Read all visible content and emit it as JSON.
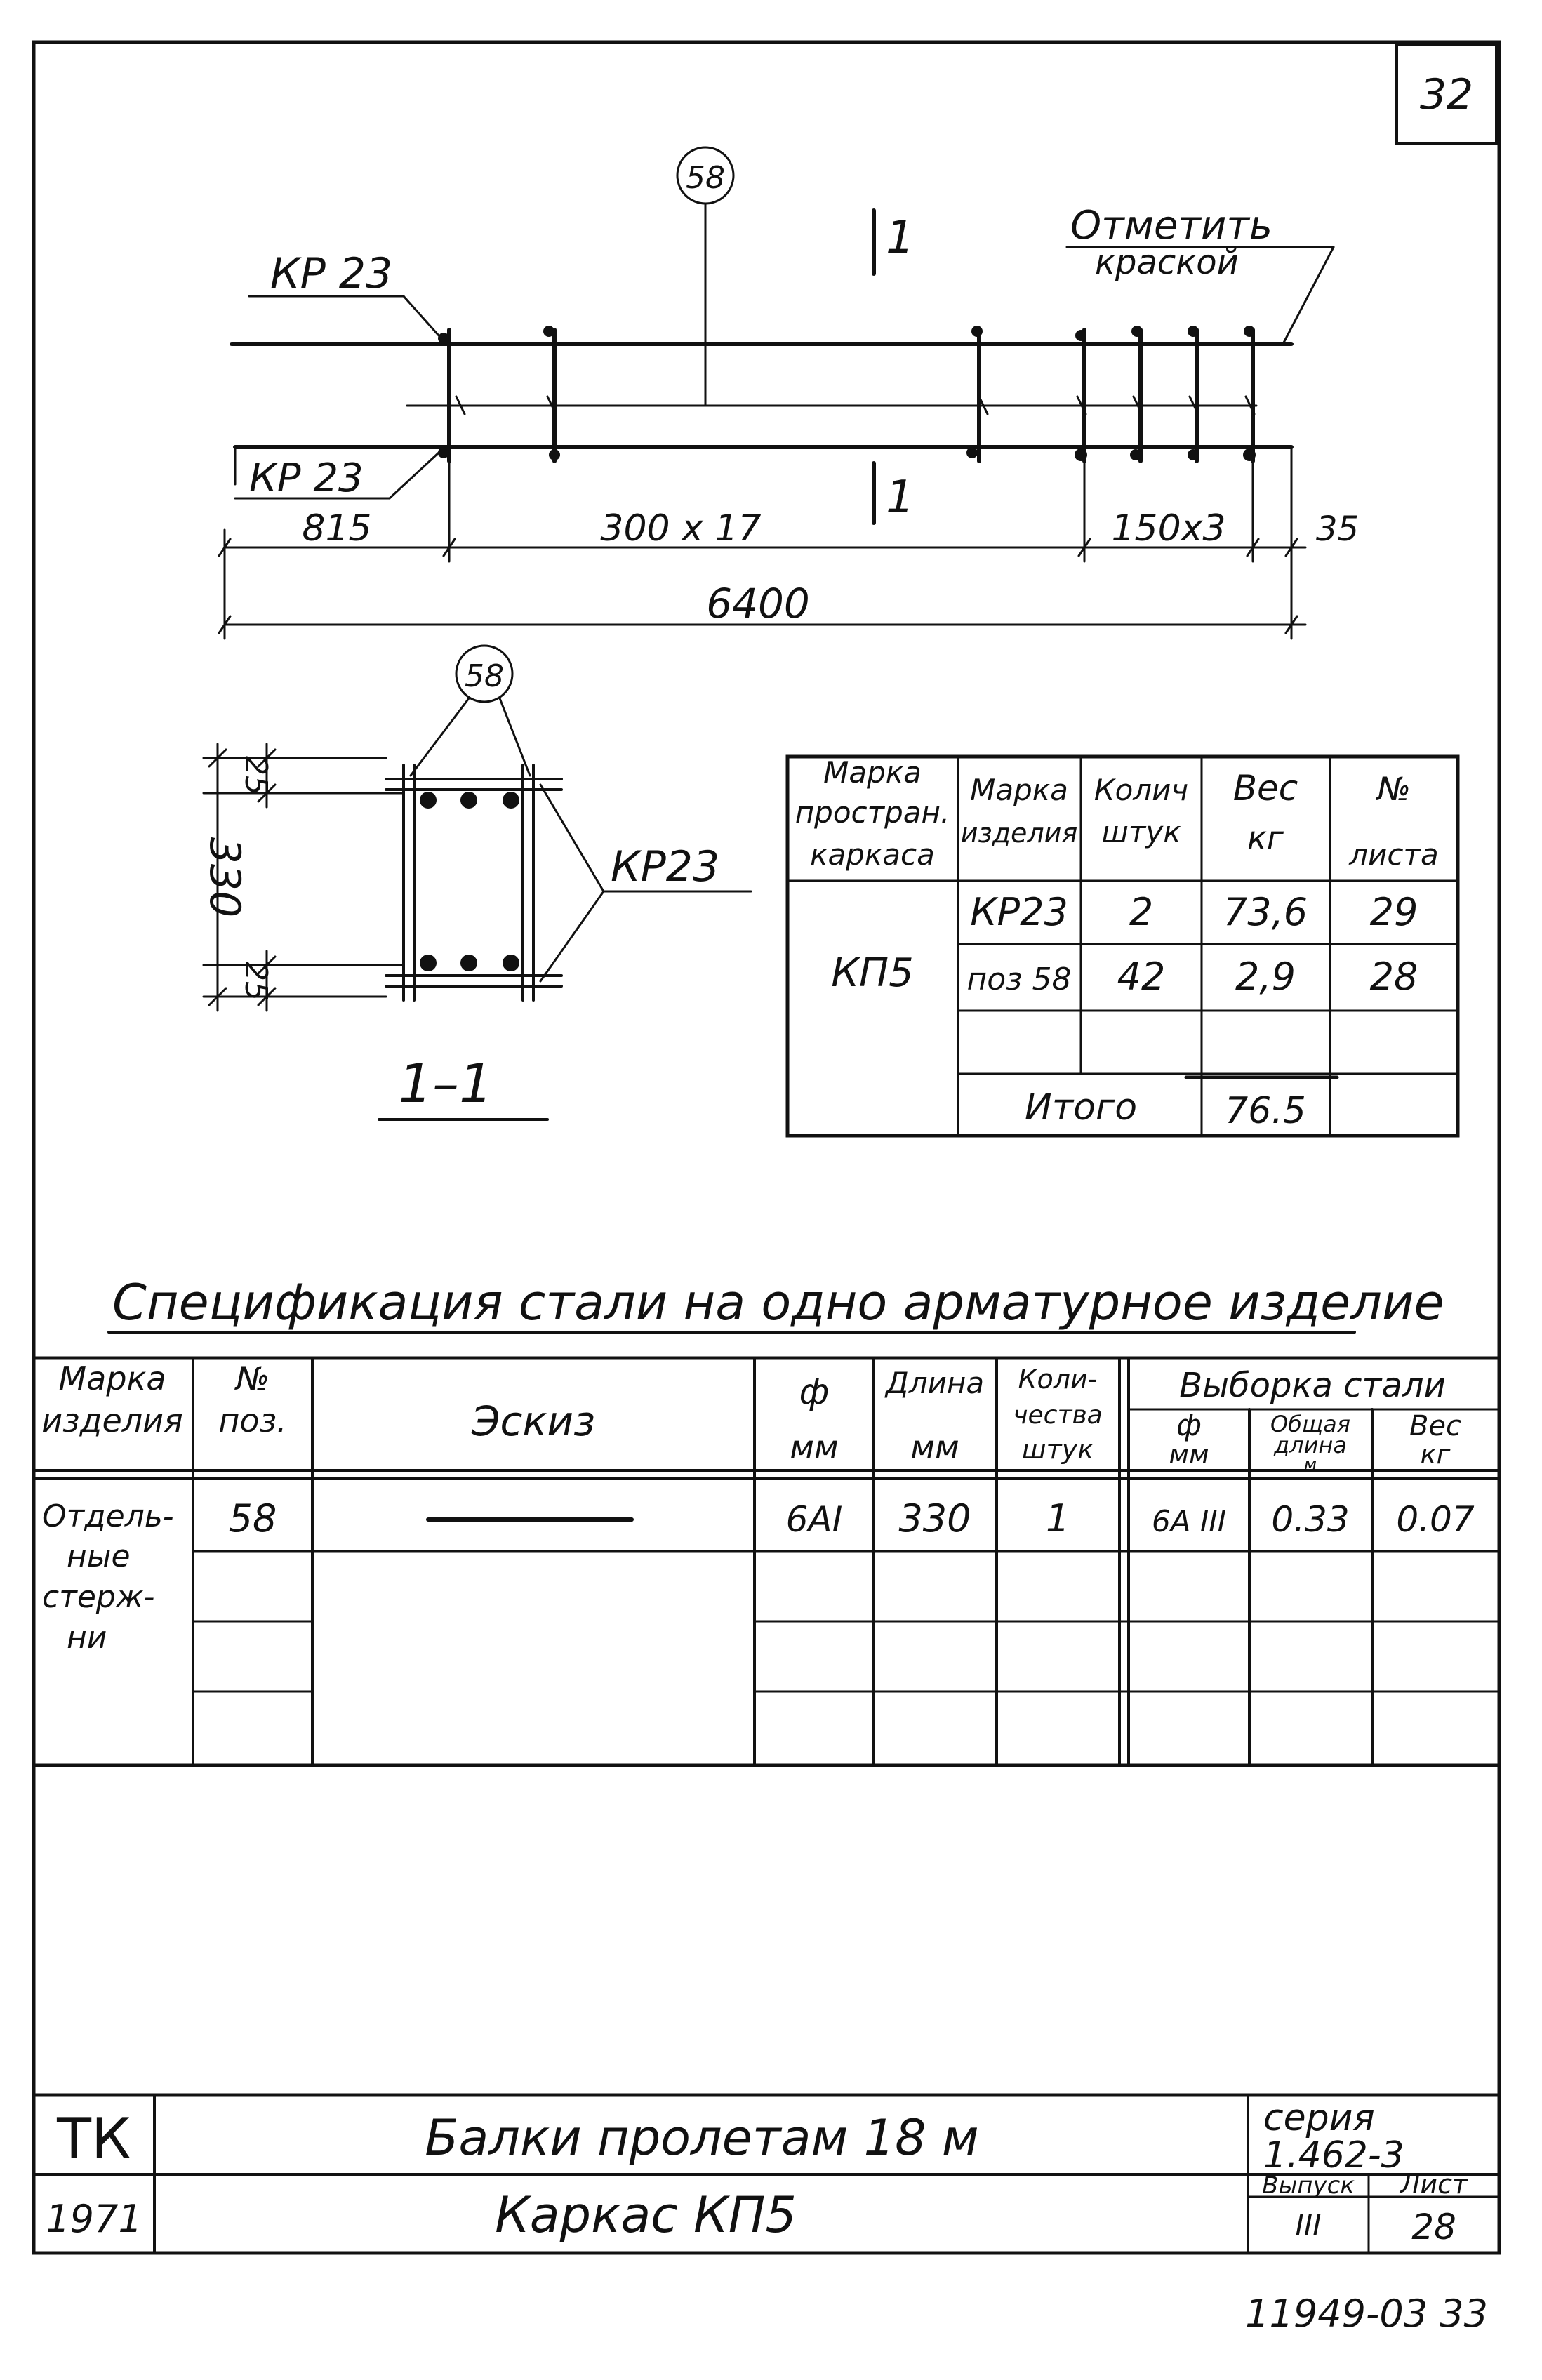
{
  "sheet_corner_number": "32",
  "plan": {
    "position_callout": "58",
    "section_mark_top": "1",
    "section_mark_bottom": "1",
    "paint_note_line1": "Отметить",
    "paint_note_line2": "краской",
    "frame_label_top": "КР 23",
    "frame_label_bottom": "КР 23",
    "dim_left": "815",
    "dim_mid": "300 х 17",
    "dim_right": "150х3",
    "dim_end": "35",
    "dim_total": "6400"
  },
  "section": {
    "callout": "58",
    "frame_label": "КР23",
    "dim_height": "330",
    "dim_top_cover": "25",
    "dim_bottom_cover": "25",
    "title": "1–1"
  },
  "assembly_table": {
    "headers": [
      [
        "Марка",
        "простран.",
        "каркаса"
      ],
      [
        "Марка",
        "изделия"
      ],
      [
        "Колич",
        "штук"
      ],
      [
        "Вес",
        "кг"
      ],
      [
        "№",
        "листа"
      ]
    ],
    "frame_mark": "КП5",
    "rows": [
      {
        "item": "КР23",
        "qty": "2",
        "weight": "73,6",
        "sheet": "29"
      },
      {
        "item": "поз 58",
        "qty": "42",
        "weight": "2,9",
        "sheet": "28"
      },
      {
        "item": "",
        "qty": "",
        "weight": "",
        "sheet": ""
      }
    ],
    "total_label": "Итого",
    "total_weight": "76.5"
  },
  "specification": {
    "title": "Спецификация стали на одно арматурное изделие",
    "headers": {
      "mark": [
        "Марка",
        "изделия"
      ],
      "pos": [
        "№",
        "поз."
      ],
      "sketch": "Эскиз",
      "dia": [
        "ф",
        "мм"
      ],
      "length": [
        "Длина",
        "мм"
      ],
      "count": [
        "Коли-",
        "чества",
        "штук"
      ],
      "selection": "Выборка стали",
      "sel_dia": [
        "ф",
        "мм"
      ],
      "sel_total_len": [
        "Общая",
        "длина",
        "м"
      ],
      "sel_weight": [
        "Вес",
        "кг"
      ]
    },
    "row_mark": [
      "Отдель-",
      "ные",
      "стерж-",
      "ни"
    ],
    "rows": [
      {
        "pos": "58",
        "dia": "6АI",
        "length": "330",
        "count": "1",
        "sel_dia": "6А III",
        "sel_len": "0.33",
        "sel_weight": "0.07"
      }
    ]
  },
  "title_block": {
    "org": "ТК",
    "year": "1971",
    "title": "Балки пролетам 18 м",
    "subtitle": "Каркас КП5",
    "series_label": "серия",
    "series_value": "1.462-3",
    "issue_label": "Выпуск",
    "issue_value": "III",
    "sheet_label": "Лист",
    "sheet_value": "28"
  },
  "footer_stamp": "11949-03 33"
}
